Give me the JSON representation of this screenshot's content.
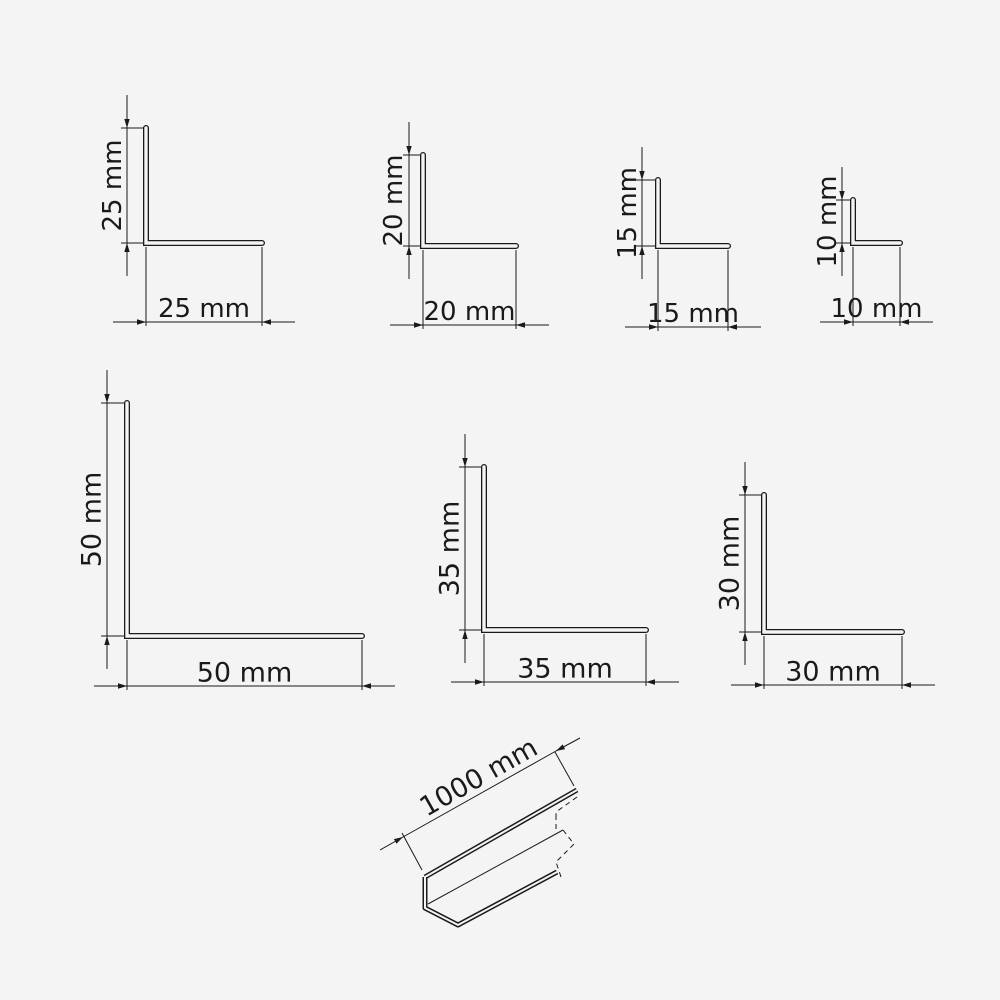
{
  "profiles": [
    {
      "leg_a_label": "25 mm",
      "leg_b_label": "25 mm"
    },
    {
      "leg_a_label": "20 mm",
      "leg_b_label": "20 mm"
    },
    {
      "leg_a_label": "15 mm",
      "leg_b_label": "15 mm"
    },
    {
      "leg_a_label": "10 mm",
      "leg_b_label": "10 mm"
    },
    {
      "leg_a_label": "50 mm",
      "leg_b_label": "50 mm"
    },
    {
      "leg_a_label": "35 mm",
      "leg_b_label": "35 mm"
    },
    {
      "leg_a_label": "30 mm",
      "leg_b_label": "30 mm"
    }
  ],
  "length_view": {
    "length_label": "1000 mm"
  },
  "colors": {
    "line": "#1a1a1a",
    "background": "#f4f4f4"
  }
}
